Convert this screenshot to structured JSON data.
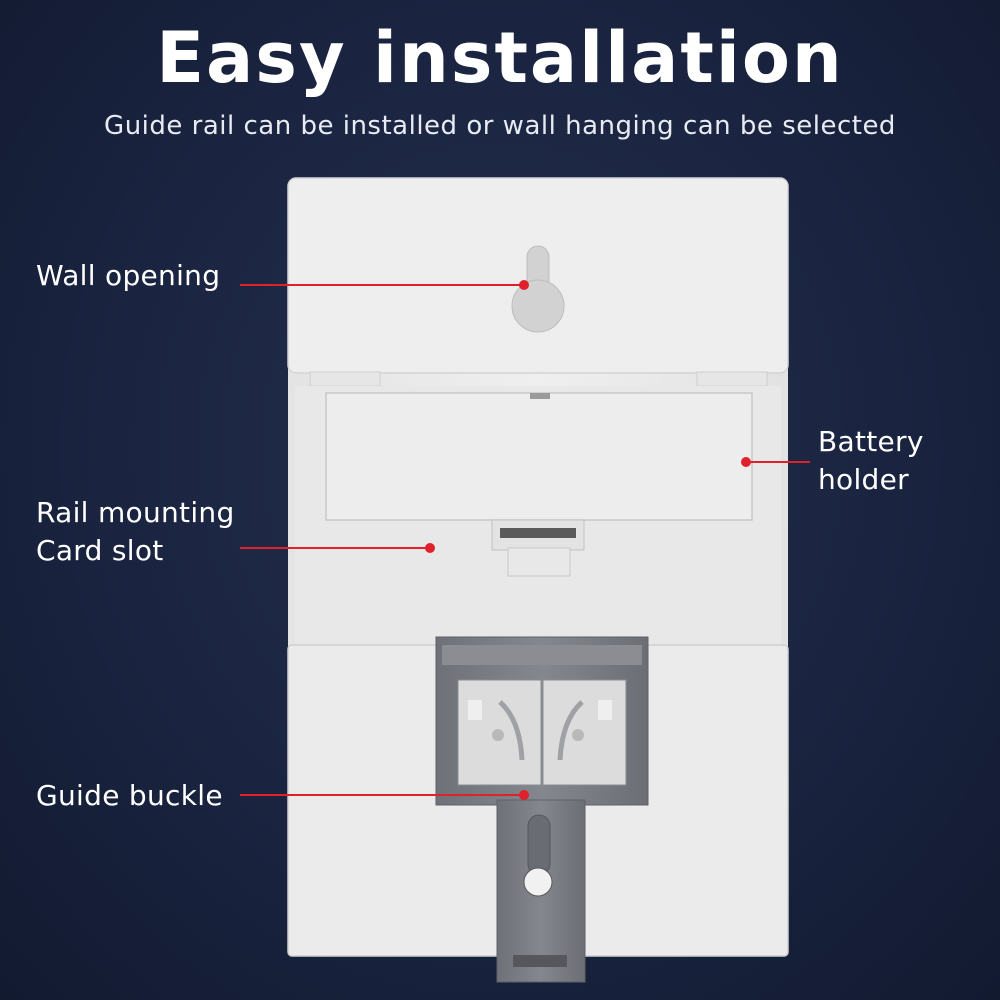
{
  "header": {
    "title": "Easy installation",
    "subtitle": "Guide rail can be installed or wall hanging can be selected"
  },
  "callouts": {
    "wall_opening": "Wall opening",
    "battery_holder_line1": "Battery",
    "battery_holder_line2": "holder",
    "rail_slot_line1": "Rail mounting",
    "rail_slot_line2": "Card slot",
    "guide_buckle": "Guide buckle"
  },
  "colors": {
    "background": "#1a2440",
    "device_body": "#ececec",
    "buckle": "#7a7c83",
    "leader_line": "#e0202a"
  }
}
